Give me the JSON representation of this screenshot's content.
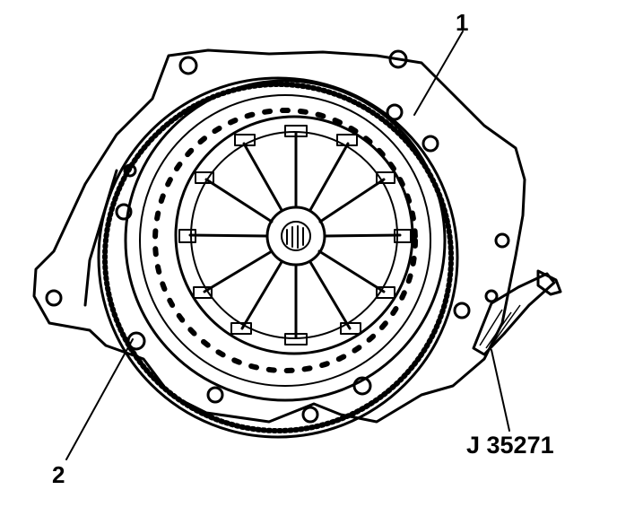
{
  "callouts": {
    "one": "1",
    "two": "2",
    "tool": "J 35271"
  },
  "colors": {
    "ink": "#000000",
    "paper": "#ffffff"
  }
}
